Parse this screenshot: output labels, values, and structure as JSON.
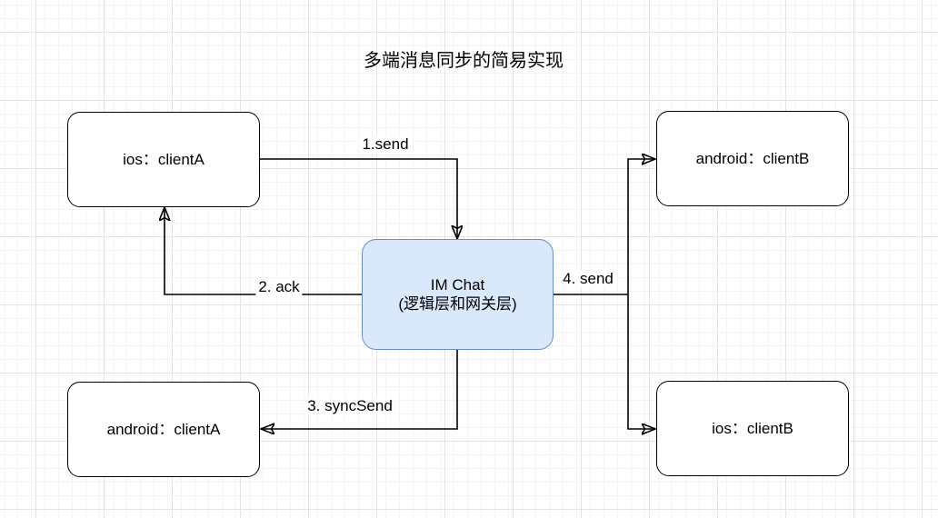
{
  "title": "多端消息同步的简易实现",
  "nodes": {
    "ios_client_a": {
      "label": "ios：clientA"
    },
    "android_client_b": {
      "label": "android：clientB"
    },
    "android_client_a": {
      "label": "android：clientA"
    },
    "ios_client_b": {
      "label": "ios：clientB"
    },
    "im_chat": {
      "label_line1": "IM Chat",
      "label_line2": "(逻辑层和网关层)"
    }
  },
  "edges": {
    "send": {
      "label": "1.send"
    },
    "ack": {
      "label": "2. ack"
    },
    "sync_send": {
      "label": "3. syncSend"
    },
    "fanout_send": {
      "label": "4. send"
    }
  },
  "colors": {
    "client_node_fill": "#ffffff",
    "client_node_stroke": "#000000",
    "im_chat_fill": "#dae8fc",
    "im_chat_stroke": "#6c8ebf",
    "edge_stroke": "#000000",
    "grid_minor": "#f4f4f4",
    "grid_major": "#e4e4e4"
  }
}
